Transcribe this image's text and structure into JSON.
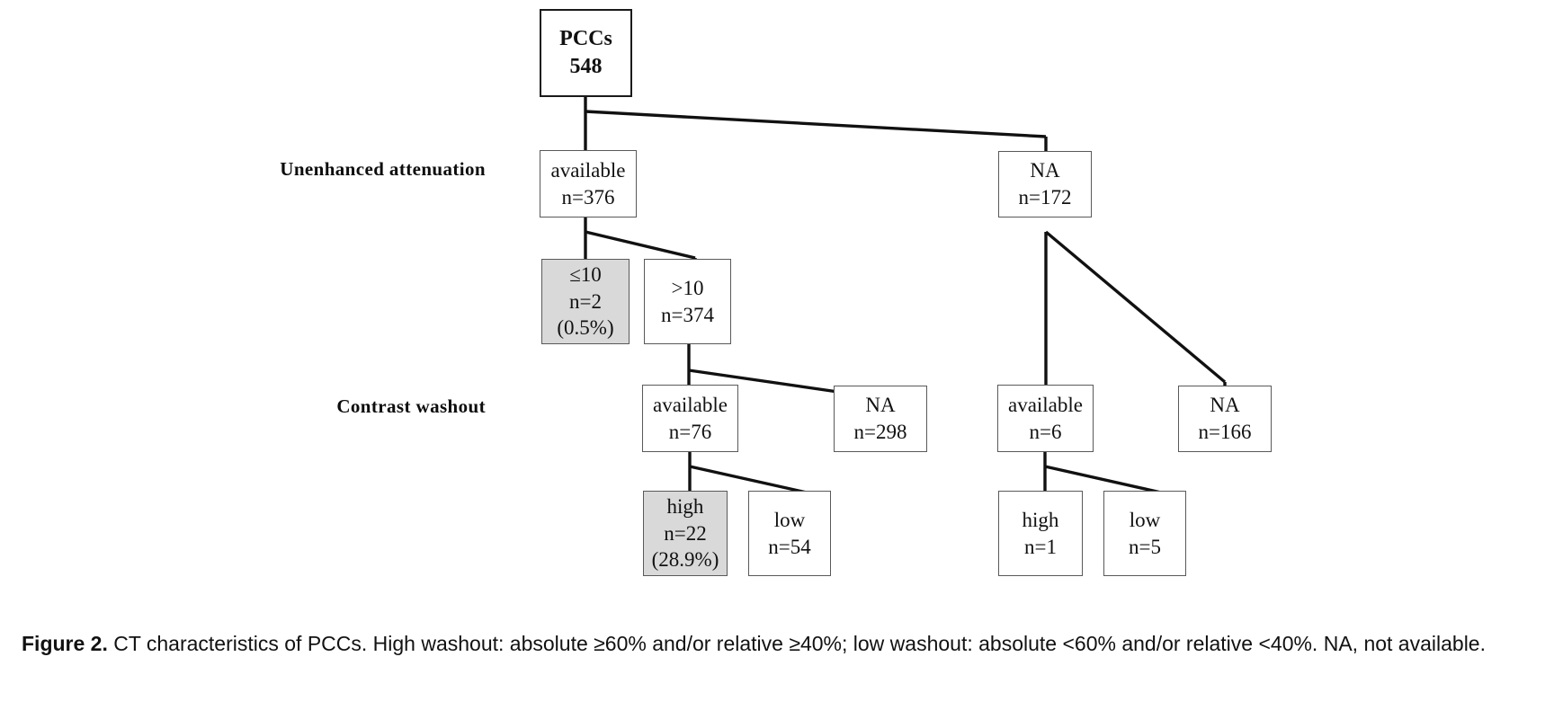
{
  "figure": {
    "row_labels": [
      {
        "key": "unenhanced",
        "text": "Unenhanced attenuation"
      },
      {
        "key": "washout",
        "text": "Contrast washout"
      }
    ],
    "nodes": {
      "root": {
        "line1": "PCCs",
        "line2": "548",
        "line3": ""
      },
      "unenh_available": {
        "line1": "available",
        "line2": "n=376",
        "line3": ""
      },
      "unenh_na": {
        "line1": "NA",
        "line2": "n=172",
        "line3": ""
      },
      "att_le10": {
        "line1": "≤10",
        "line2": "n=2",
        "line3": "(0.5%)"
      },
      "att_gt10": {
        "line1": ">10",
        "line2": "n=374",
        "line3": ""
      },
      "wash_available_left": {
        "line1": "available",
        "line2": "n=76",
        "line3": ""
      },
      "wash_na_left": {
        "line1": "NA",
        "line2": "n=298",
        "line3": ""
      },
      "wash_available_right": {
        "line1": "available",
        "line2": "n=6",
        "line3": ""
      },
      "wash_na_right": {
        "line1": "NA",
        "line2": "n=166",
        "line3": ""
      },
      "wash_high_left": {
        "line1": "high",
        "line2": "n=22",
        "line3": "(28.9%)"
      },
      "wash_low_left": {
        "line1": "low",
        "line2": "n=54",
        "line3": ""
      },
      "wash_high_right": {
        "line1": "high",
        "line2": "n=1",
        "line3": ""
      },
      "wash_low_right": {
        "line1": "low",
        "line2": "n=5",
        "line3": ""
      }
    },
    "caption": {
      "label": "Figure 2.",
      "text": " CT characteristics of PCCs. High washout: absolute ≥60% and/or relative ≥40%; low washout: absolute <60% and/or relative <40%. NA, not available."
    },
    "colors": {
      "shaded_fill": "#d9d9d9",
      "box_stroke": "#595959",
      "root_stroke": "#1a1a1a",
      "connector": "#111111",
      "text": "#111111",
      "background": "#ffffff"
    }
  },
  "chart_data": {
    "type": "table",
    "title": "CT characteristics of PCCs",
    "categories": [
      "PCCs total",
      "Unenhanced attenuation available",
      "Unenhanced attenuation NA",
      "Attenuation ≤10 HU",
      "Attenuation >10 HU",
      "Contrast washout available (attenuation >10)",
      "Contrast washout NA (attenuation >10)",
      "Contrast washout available (unenhanced NA)",
      "Contrast washout NA (unenhanced NA)",
      "High washout (attenuation >10)",
      "Low washout (attenuation >10)",
      "High washout (unenhanced NA)",
      "Low washout (unenhanced NA)"
    ],
    "values": [
      548,
      376,
      172,
      2,
      374,
      76,
      298,
      6,
      166,
      22,
      54,
      1,
      5
    ],
    "percentages": {
      "Attenuation ≤10 HU": "0.5%",
      "High washout (attenuation >10)": "28.9%"
    },
    "xlabel": "",
    "ylabel": "n",
    "notes": "High washout: absolute ≥60% and/or relative ≥40%; low washout: absolute <60% and/or relative <40%. NA, not available."
  }
}
